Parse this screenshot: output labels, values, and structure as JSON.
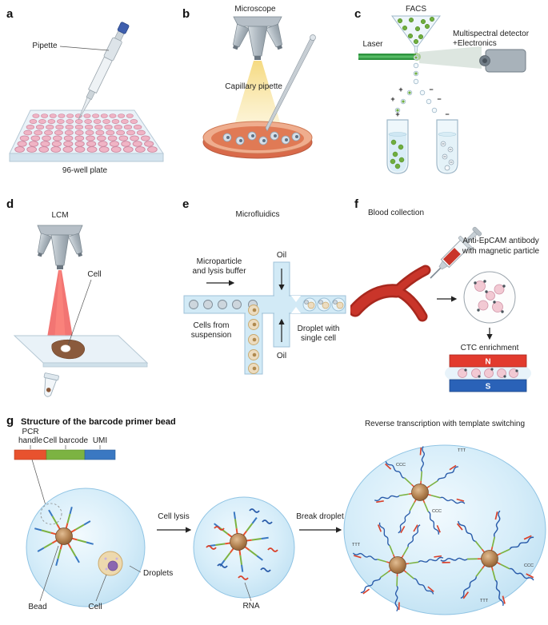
{
  "panels": {
    "a": {
      "letter": "a",
      "pipette_label": "Pipette",
      "plate_label": "96-well plate"
    },
    "b": {
      "letter": "b",
      "microscope_label": "Microscope",
      "capillary_label": "Capillary pipette"
    },
    "c": {
      "letter": "c",
      "facs_label": "FACS",
      "laser_label": "Laser",
      "detector_line1": "Multispectral detector",
      "detector_line2": "+Electronics",
      "plus": "+",
      "minus": "−"
    },
    "d": {
      "letter": "d",
      "lcm_label": "LCM",
      "cell_label": "Cell"
    },
    "e": {
      "letter": "e",
      "title": "Microfluidics",
      "microparticle_line1": "Microparticle",
      "microparticle_line2": "and lysis buffer",
      "oil_top": "Oil",
      "oil_bottom": "Oil",
      "cells_line1": "Cells from",
      "cells_line2": "suspension",
      "droplet_line1": "Droplet with",
      "droplet_line2": "single cell"
    },
    "f": {
      "letter": "f",
      "blood_label": "Blood collection",
      "antibody_line1": "Anti-EpCAM antibody",
      "antibody_line2": "with magnetic particle",
      "ctc_label": "CTC enrichment",
      "magnet_n": "N",
      "magnet_s": "S"
    },
    "g": {
      "letter": "g",
      "title": "Structure of the barcode primer bead",
      "pcr_line1": "PCR",
      "pcr_line2": "handle",
      "barcode_label": "Cell barcode",
      "umi_label": "UMI",
      "droplets_label": "Droplets",
      "bead_label": "Bead",
      "cell_label": "Cell",
      "cell_lysis_label": "Cell lysis",
      "rna_label": "RNA",
      "break_droplet_label": "Break droplet",
      "rt_title": "Reverse transcription with template switching",
      "ttt": "TTT",
      "ccc": "CCC"
    }
  },
  "colors": {
    "primer_pcr_handle": "#e8522e",
    "primer_cell_barcode": "#7cb342",
    "primer_umi": "#3a78c2",
    "magnet_north": "#e23b2e",
    "magnet_south": "#2a62b8",
    "laser_beam_green": "#2f9440",
    "lcm_beam_red": "#ef5350",
    "droplet_fill": "#d6edf9",
    "bead_fill": "#b07f4e",
    "blood_red": "#c9352a"
  }
}
